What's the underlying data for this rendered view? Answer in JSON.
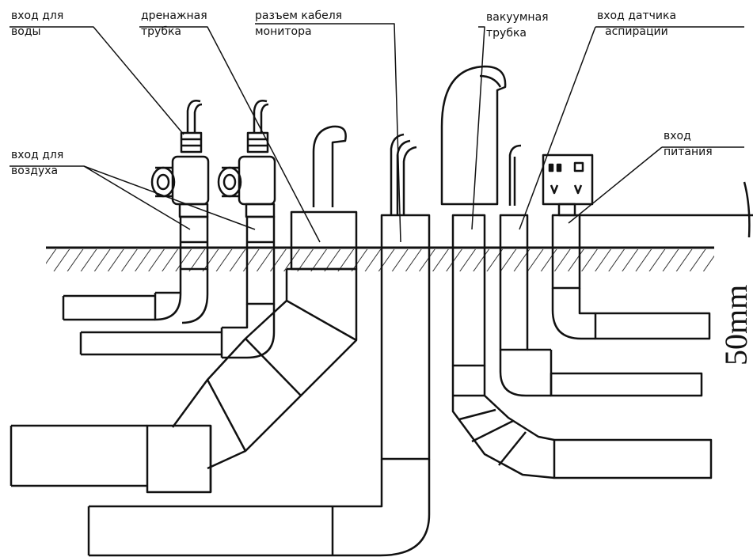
{
  "labels": {
    "water_inlet": {
      "line1": "вход для",
      "line2": "воды"
    },
    "drain_tube": {
      "line1": "дренажная",
      "line2": "трубка"
    },
    "monitor_cable": {
      "line1": "разъем кабеля",
      "line2": "монитора"
    },
    "vacuum_tube": {
      "line1": "вакуумная",
      "line2": "трубка"
    },
    "aspiration": {
      "line1": "вход датчика",
      "line2": "аспирации"
    },
    "air_inlet": {
      "line1": "вход для",
      "line2": "воздуха"
    },
    "power_inlet": {
      "line1": "вход",
      "line2": "питания"
    }
  },
  "dimension": "50mm",
  "colors": {
    "line": "#111111",
    "background": "#ffffff",
    "hatch": "#333333"
  }
}
